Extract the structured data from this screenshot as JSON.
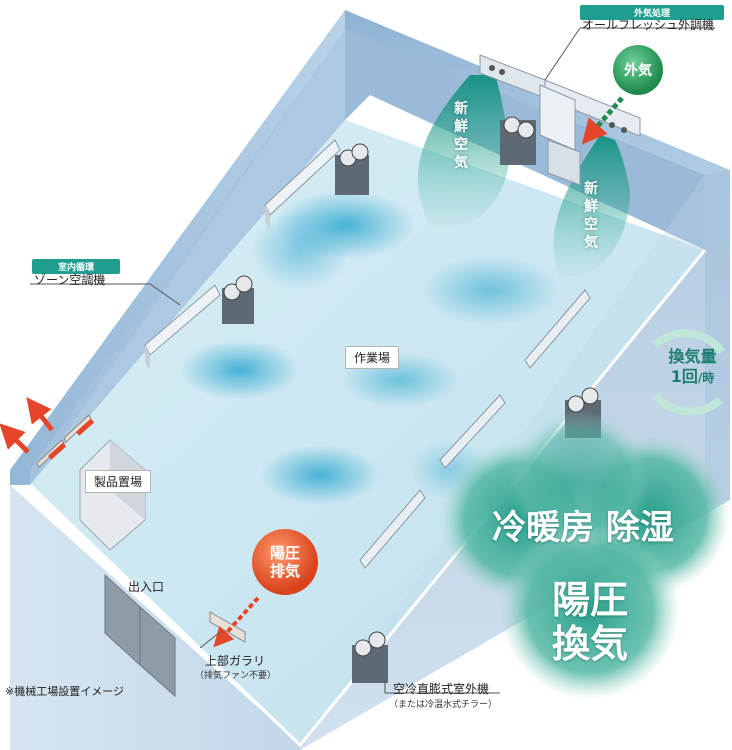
{
  "labels": {
    "outdoor_tag": "外気処理",
    "fresh_unit": "オールフレッシュ外調機",
    "outside_air": "外気",
    "fresh_air_chars": [
      "新",
      "鮮",
      "空",
      "気"
    ],
    "indoor_tag": "室内循環",
    "zone_unit": "ゾーン空調機",
    "work_area": "作業場",
    "ventilation_line1": "換気量",
    "ventilation_line2_num": "1回",
    "ventilation_line2_unit": "/時",
    "product_storage": "製品置場",
    "positive_exhaust_line1": "陽圧",
    "positive_exhaust_line2": "排気",
    "entrance": "出入口",
    "upper_louver": "上部ガラリ",
    "upper_louver_note": "（排気ファン不要）",
    "outdoor_unit": "空冷直膨式室外機",
    "outdoor_unit_note": "（または冷温水式チラー）",
    "footnote": "※機械工場設置イメージ",
    "feature_line1": "冷暖房  除湿",
    "feature_line2a": "陽圧",
    "feature_line2b": "換気"
  },
  "colors": {
    "floor": "#cfe7f0",
    "wall": "#a9c6de",
    "teal": "#1f9d8f",
    "green_badge": "#2e9d5d",
    "red_badge": "#e4552c",
    "arrow_red": "#e5462a"
  }
}
